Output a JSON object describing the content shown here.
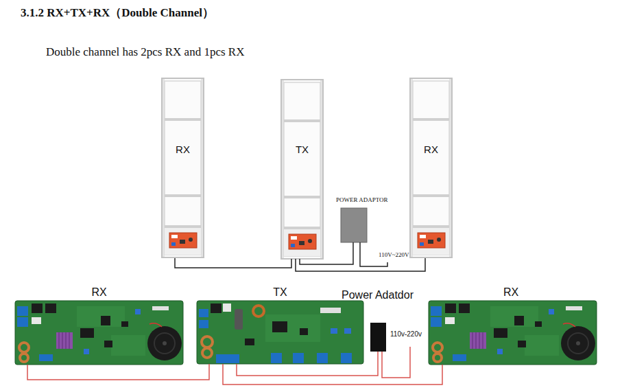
{
  "diagram": {
    "title": "3.1.2 RX+TX+RX（Double Channel）",
    "nodes": [
      {
        "text": [
          "RX"
        ]
      },
      {
        "text": [
          "TX"
        ]
      },
      {
        "text": [
          "RX"
        ]
      },
      {
        "text": [
          "POWER ADAPTOR"
        ]
      },
      {
        "text": [
          "RX"
        ]
      },
      {
        "text": [
          "TX"
        ]
      },
      {
        "text": [
          "Power Adatdor"
        ]
      },
      {
        "text": [
          "RX"
        ]
      }
    ],
    "edges": [
      {
        "from": 0,
        "to": 1,
        "arrow": "none"
      },
      {
        "from": 1,
        "to": 2,
        "arrow": "none"
      },
      {
        "from": 1,
        "to": 3,
        "arrow": "none"
      },
      {
        "from": 4,
        "to": 5,
        "arrow": "none"
      },
      {
        "from": 5,
        "to": 7,
        "arrow": "none"
      },
      {
        "from": 5,
        "to": 6,
        "arrow": "none"
      }
    ],
    "labels": [
      "Double channel has 2pcs RX and 1pcs RX",
      "110V~220V",
      "110v-220v"
    ]
  }
}
